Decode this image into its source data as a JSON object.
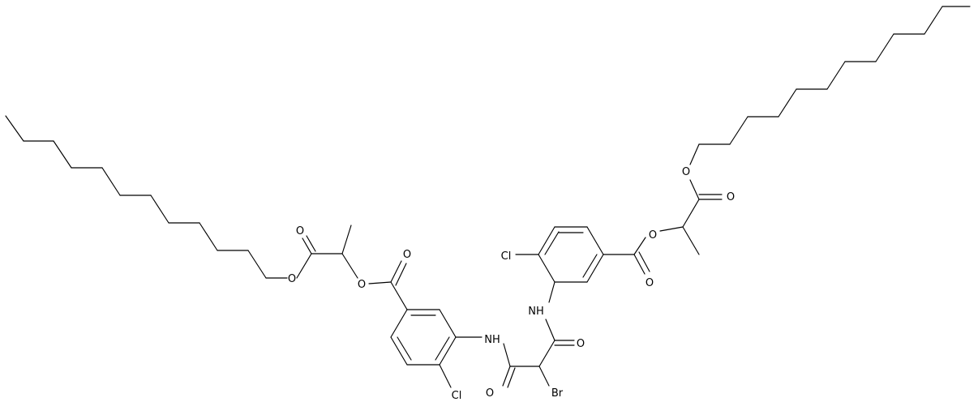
{
  "diagram": {
    "type": "skeletal-structure",
    "line_color": "#000000",
    "background": "#ffffff",
    "atom_labels": [
      {
        "id": "o1",
        "text": "O"
      },
      {
        "id": "o2",
        "text": "O"
      },
      {
        "id": "o3",
        "text": "O"
      },
      {
        "id": "o4",
        "text": "O"
      },
      {
        "id": "o5",
        "text": "O"
      },
      {
        "id": "o6",
        "text": "O"
      },
      {
        "id": "o7",
        "text": "O"
      },
      {
        "id": "o8",
        "text": "O"
      },
      {
        "id": "o9",
        "text": "O"
      },
      {
        "id": "o10",
        "text": "O"
      },
      {
        "id": "nh1",
        "text": "NH"
      },
      {
        "id": "nh2",
        "text": "NH"
      },
      {
        "id": "cl1",
        "text": "Cl"
      },
      {
        "id": "cl2",
        "text": "Cl"
      },
      {
        "id": "br1",
        "text": "Br"
      }
    ]
  }
}
